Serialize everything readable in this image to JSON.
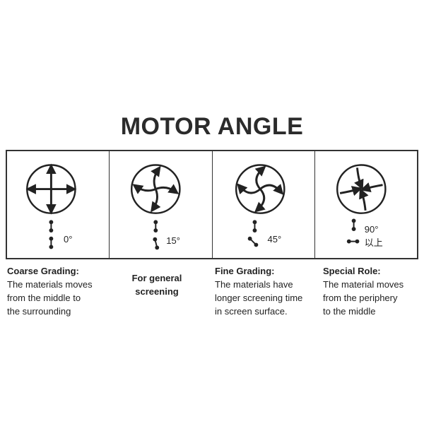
{
  "title": "MOTOR ANGLE",
  "panels": [
    {
      "angle": "0°",
      "heading": "Coarse Grading:",
      "body": [
        "The materials moves",
        "from the middle to",
        "the surrounding"
      ]
    },
    {
      "angle": "15°",
      "heading": "",
      "body": [
        "For general",
        "screening"
      ]
    },
    {
      "angle": "45°",
      "heading": "Fine Grading:",
      "body": [
        "The materials have",
        "longer screening time",
        "in screen surface."
      ]
    },
    {
      "angle": "90°",
      "angle_sub": "以上",
      "heading": "Special Role:",
      "body": [
        "The material moves",
        "from the periphery",
        "to the middle"
      ]
    }
  ],
  "icons": [
    "cross-arrows-icon",
    "pinwheel-15-icon",
    "pinwheel-45-icon",
    "inward-arrows-icon",
    "motor-weight-icon"
  ]
}
